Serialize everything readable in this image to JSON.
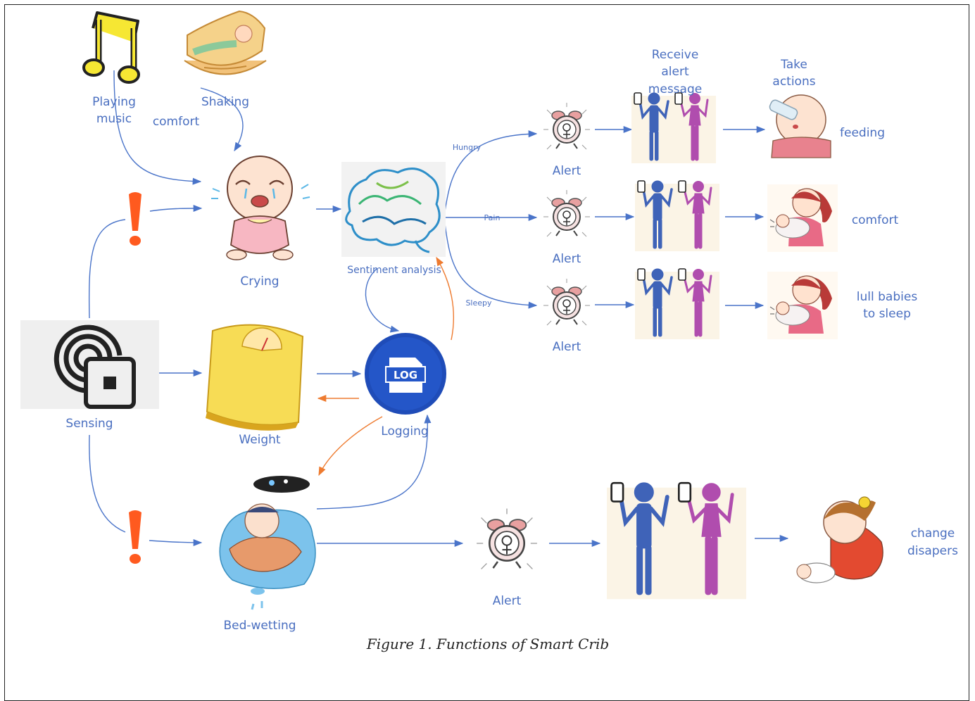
{
  "labels": {
    "playing_music_1": "Playing",
    "playing_music_2": "music",
    "shaking": "Shaking",
    "comfort_left": "comfort",
    "crying": "Crying",
    "sentiment_analysis": "Sentiment analysis",
    "hungry": "Hungry",
    "pain": "Pain",
    "sleepy": "Sleepy",
    "alert": "Alert",
    "receive_1": "Receive",
    "receive_2": "alert",
    "receive_3": "message",
    "take_1": "Take",
    "take_2": "actions",
    "feeding": "feeding",
    "comfort_right": "comfort",
    "lull_1": "lull babies",
    "lull_2": "to sleep",
    "sensing": "Sensing",
    "weight": "Weight",
    "logging": "Logging",
    "log_icon_text": "LOG",
    "bed_wetting": "Bed-wetting",
    "change_1": "change",
    "change_2": "disapers",
    "caption": "Figure 1. Functions of Smart Crib"
  },
  "icons": {
    "music": "music-note-icon",
    "cradle": "cradle-icon",
    "crying_baby": "crying-baby-icon",
    "brain": "brain-icon",
    "alarm": "alarm-clock-icon",
    "parents": "parents-with-phones-icon",
    "sensor": "sensor-icon",
    "scale": "weighing-scale-icon",
    "log": "log-icon",
    "bed_wetting": "bed-wetting-baby-icon",
    "warning": "exclamation-icon"
  },
  "colors": {
    "label_blue": "#4a6fc0",
    "arrow_blue": "#4a74c9",
    "arrow_orange": "#ee7b30",
    "warning_orange": "#ff5a1f",
    "male_figure": "#3f63b8",
    "female_figure": "#b04dae"
  }
}
